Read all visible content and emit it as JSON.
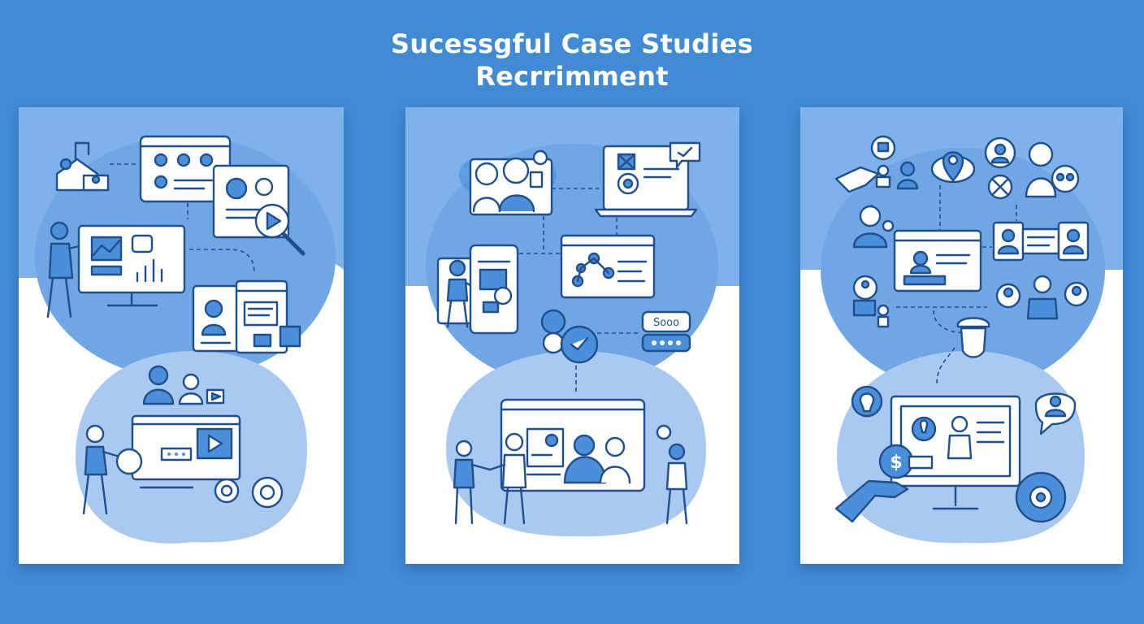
{
  "header": {
    "title_line1": "Sucessgful Case Studies",
    "title_line2": "Recrrimment"
  },
  "panels": [
    {
      "id": "panel-1",
      "chat_bubble_text": ""
    },
    {
      "id": "panel-2",
      "chat_bubble_text": "Sooo"
    },
    {
      "id": "panel-3",
      "chat_bubble_text": ""
    }
  ],
  "colors": {
    "background": "#418bd6",
    "panel": "#ffffff",
    "blob": "#6ea6e6",
    "blob_light": "#a9c9f0",
    "line": "#1f4f8f"
  }
}
